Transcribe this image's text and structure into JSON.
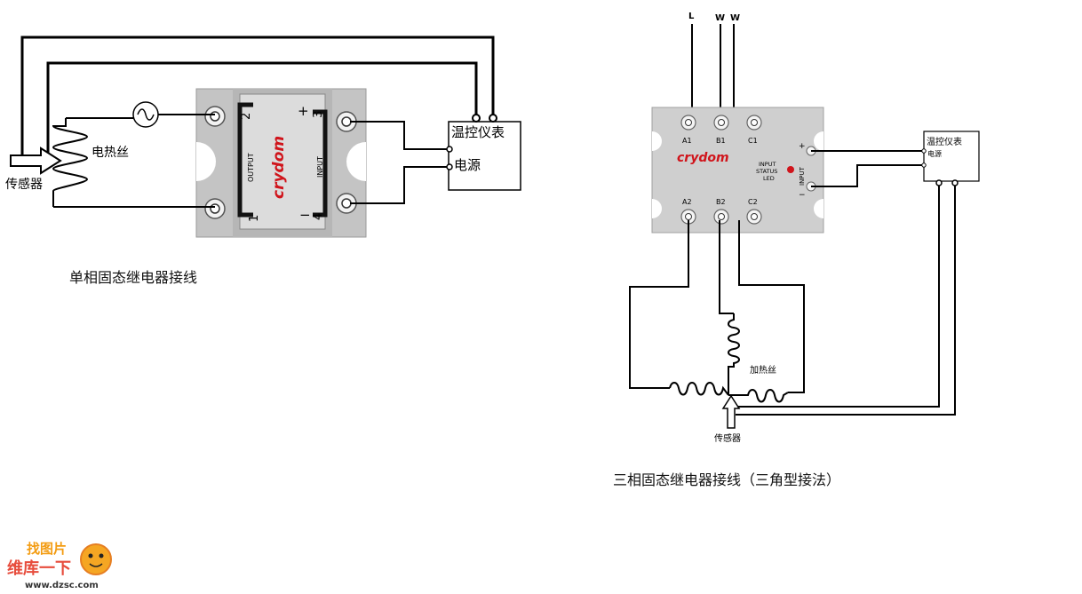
{
  "single_phase": {
    "brand": "crydom",
    "terminal_2": "2",
    "terminal_3": "3",
    "terminal_1": "1",
    "terminal_4": "4",
    "plus": "+",
    "minus": "−",
    "output_label": "OUTPUT",
    "input_label": "INPUT",
    "heater_label": "电热丝",
    "sensor_label": "传感器",
    "controller_label": "温控仪表",
    "power_label": "电源",
    "caption": "单相固态继电器接线"
  },
  "three_phase": {
    "brand": "crydom",
    "top_L": "L",
    "top_W1": "W",
    "top_W2": "W",
    "a1": "A1",
    "b1": "B1",
    "c1": "C1",
    "a2": "A2",
    "b2": "B2",
    "c2": "C2",
    "status_line1": "INPUT",
    "status_line2": "STATUS",
    "status_line3": "LED",
    "input_label": "INPUT",
    "plus": "+",
    "minus": "−",
    "controller_label": "温控仪表",
    "power_label": "电源",
    "heater_label": "加热丝",
    "sensor_label": "传感器",
    "caption": "三相固态继电器接线（三角型接法）"
  },
  "watermark": {
    "line1": "找图片",
    "line2": "维库一下",
    "url": "www.dzsc.com"
  }
}
